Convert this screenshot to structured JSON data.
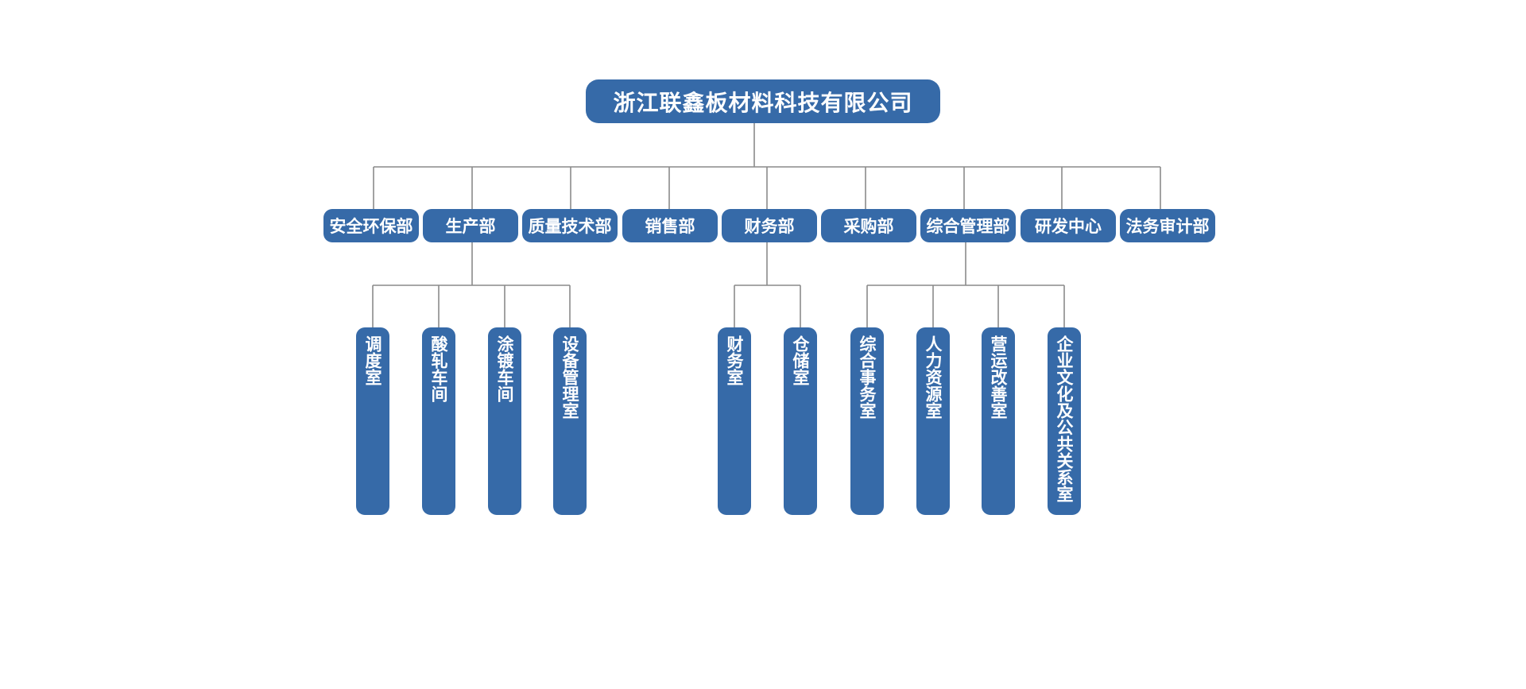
{
  "org_chart": {
    "company": "浙江联鑫板材料科技有限公司",
    "departments": [
      {
        "name": "安全环保部"
      },
      {
        "name": "生产部"
      },
      {
        "name": "质量技术部"
      },
      {
        "name": "销售部"
      },
      {
        "name": "财务部"
      },
      {
        "name": "采购部"
      },
      {
        "name": "综合管理部"
      },
      {
        "name": "研发中心"
      },
      {
        "name": "法务审计部"
      }
    ],
    "production_units": [
      "调度室",
      "酸轧车间",
      "涂镀车间",
      "设备管理室"
    ],
    "finance_units": [
      "财务室",
      "仓储室"
    ],
    "admin_units": [
      "综合事务室",
      "人力资源室",
      "营运改善室",
      "企业文化及公共关系室"
    ]
  },
  "colors": {
    "node_fill": "#366aa8",
    "node_text": "#ffffff",
    "connector": "#8a8a8a"
  }
}
